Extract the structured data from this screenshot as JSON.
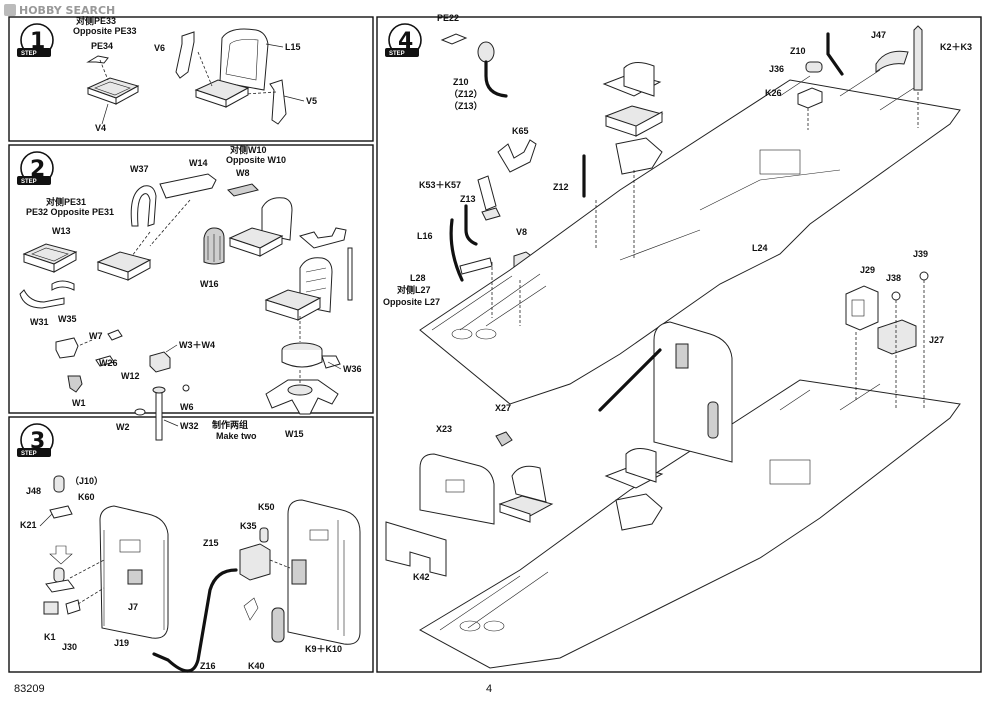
{
  "watermark": {
    "text": "HOBBY SEARCH"
  },
  "footer": {
    "code": "83209",
    "page": "4"
  },
  "step_label": "STEP",
  "steps": {
    "s1": {
      "num": "1",
      "labels": {
        "pe33_cn": "对侧PE33",
        "pe33_en": "Opposite PE33",
        "pe34": "PE34",
        "v4": "V4",
        "v6": "V6",
        "l15": "L15",
        "v5": "V5"
      }
    },
    "s2": {
      "num": "2",
      "labels": {
        "w37": "W37",
        "w14": "W14",
        "w10_cn": "对侧W10",
        "w10_en": "Opposite W10",
        "w8": "W8",
        "pe31_cn": "对侧PE31",
        "pe32": "PE32 Opposite PE31",
        "w13": "W13",
        "w16": "W16",
        "w31": "W31",
        "w35": "W35",
        "w7": "W7",
        "w26": "W26",
        "w3w4": "W3＋W4",
        "w12": "W12",
        "w1": "W1",
        "w6": "W6",
        "w2": "W2",
        "w32": "W32",
        "w36": "W36",
        "w15": "W15",
        "make_cn": "制作两组",
        "make_en": "Make two"
      }
    },
    "s3": {
      "num": "3",
      "labels": {
        "j10": "（J10）",
        "j48": "J48",
        "k60": "K60",
        "k21": "K21",
        "k1": "K1",
        "j30": "J30",
        "j7": "J7",
        "j19": "J19",
        "z15": "Z15",
        "k35": "K35",
        "k50": "K50",
        "z16": "Z16",
        "k40": "K40",
        "k9k10": "K9＋K10"
      }
    },
    "s4": {
      "num": "4",
      "labels": {
        "pe22": "PE22",
        "z10a": "Z10",
        "z12a": "（Z12）",
        "z13a": "（Z13）",
        "k65": "K65",
        "k53k57": "K53＋K57",
        "z12": "Z12",
        "z13": "Z13",
        "l16": "L16",
        "v8": "V8",
        "l28": "L28",
        "l27_cn": "对侧L27",
        "l27_en": "Opposite L27",
        "z10": "Z10",
        "j47": "J47",
        "k2k3": "K2＋K3",
        "j36": "J36",
        "k26": "K26",
        "l24": "L24",
        "j29": "J29",
        "j38": "J38",
        "j39": "J39",
        "j27": "J27",
        "x23": "X23",
        "x27": "X27",
        "k42": "K42"
      }
    }
  }
}
